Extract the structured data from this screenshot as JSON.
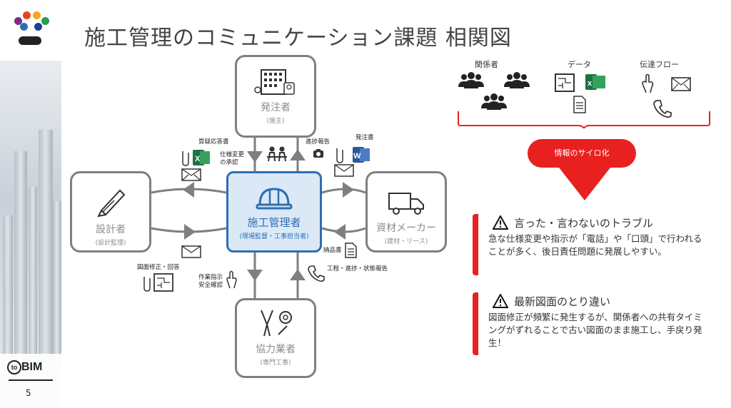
{
  "title": "施工管理のコミュニケーション課題 相関図",
  "page_number": "5",
  "brand": "BIM",
  "brand_prefix": "to",
  "logo_colors": [
    "#7b2d8e",
    "#e8431f",
    "#f5a623",
    "#2a6fb9",
    "#2e9a4a",
    "#1b3f8f"
  ],
  "nodes": {
    "owner": {
      "name": "発注者",
      "sub": "(施主)"
    },
    "designer": {
      "name": "設計者",
      "sub": "(設計監理)"
    },
    "manager": {
      "name": "施工管理者",
      "sub": "(現場監督・工事担当者)"
    },
    "maker": {
      "name": "資材メーカー",
      "sub": "(建材・リース)"
    },
    "partner": {
      "name": "協力業者",
      "sub": "(専門工事)"
    }
  },
  "edge_labels": {
    "qa_doc": "質疑応答書",
    "spec_change": "仕様変更\nの承認",
    "progress_report": "進捗報告",
    "order_doc": "発注書",
    "delivery_doc": "納品書",
    "drawing_fix": "図面修正・回答",
    "work_instruction": "作業指示\n安全確認",
    "daily_report": "工程・進捗・状態報告"
  },
  "legend": {
    "stakeholders": "関係者",
    "data": "データ",
    "flow": "伝達フロー"
  },
  "silo_label": "情報のサイロ化",
  "issues": [
    {
      "title": "言った・言わないのトラブル",
      "body": "急な仕様変更や指示が「電話」や「口頭」で行われることが多く、後日責任問題に発展しやすい。"
    },
    {
      "title": "最新図面のとり違い",
      "body": "図面修正が頻繁に発生するが、関係者への共有タイミングがずれることで古い図面のまま施工し、手戻り発生！"
    }
  ],
  "colors": {
    "accent_red": "#e8201f",
    "center_blue": "#2d6fb5",
    "center_fill": "#dbe8f6",
    "node_gray": "#7f7f7f",
    "excel_green": "#1e7145",
    "word_blue": "#2b5797"
  },
  "icons": [
    "building-icon",
    "pen-nib-icon",
    "hardhat-icon",
    "truck-icon",
    "tools-icon",
    "excel-icon",
    "word-icon",
    "mail-icon",
    "paperclip-icon",
    "meeting-icon",
    "camera-icon",
    "document-icon",
    "hand-pointer-icon",
    "phone-icon",
    "blueprint-icon",
    "people-icon",
    "warning-icon"
  ]
}
